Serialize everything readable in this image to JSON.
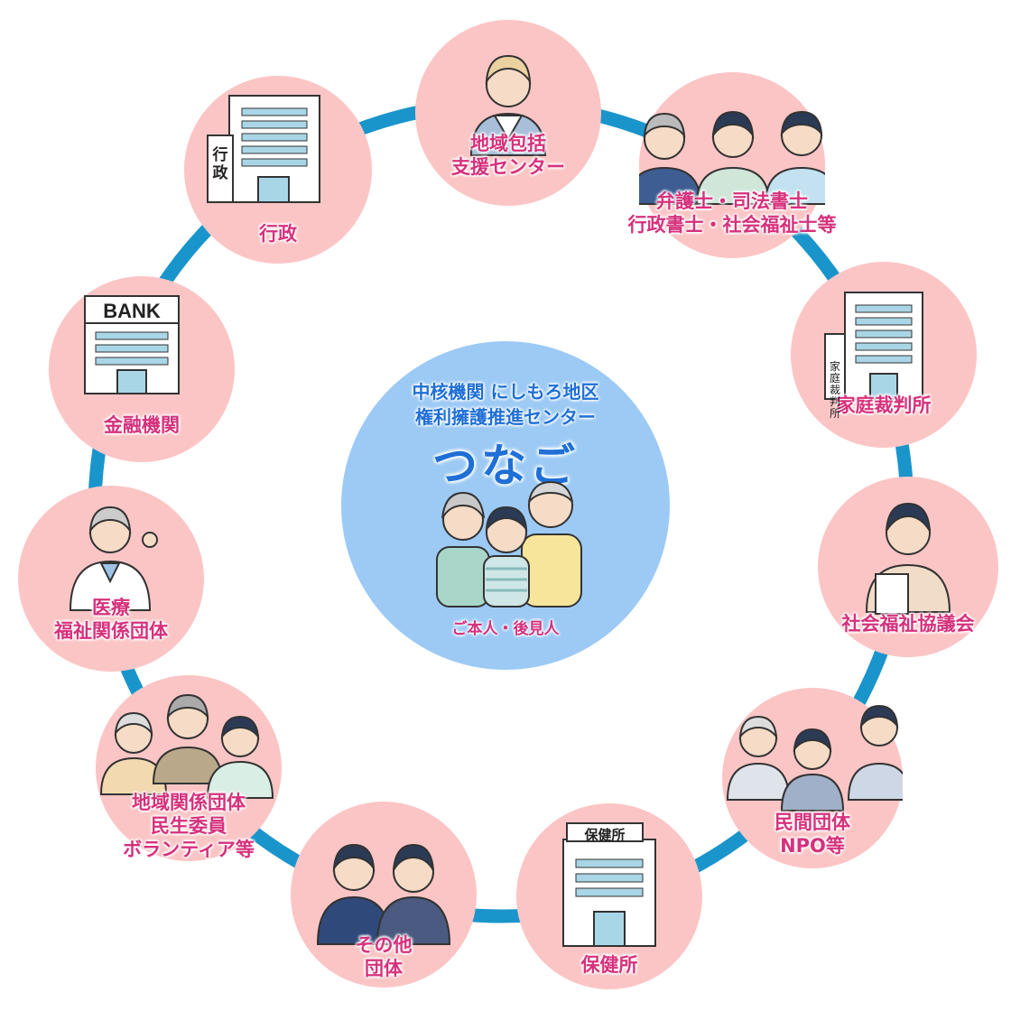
{
  "center": {
    "line1": "中核機関 にしもろ地区",
    "line2": "権利擁護推進センター",
    "name": "つなご",
    "caption": "ご本人・後見人"
  },
  "nodes": {
    "chiiki_houkatsu": {
      "label": [
        "地域包括",
        "支援センター"
      ]
    },
    "bengoshi": {
      "label": [
        "弁護士・司法書士",
        "行政書士・社会福祉士等"
      ]
    },
    "katei_saibansho": {
      "label": [
        "家庭裁判所"
      ],
      "sign": "家庭裁判所"
    },
    "shakyo": {
      "label": [
        "社会福祉協議会"
      ]
    },
    "minkan": {
      "label": [
        "民間団体",
        "NPO等"
      ]
    },
    "hokenjo": {
      "label": [
        "保健所"
      ],
      "sign": "保健所"
    },
    "sonota": {
      "label": [
        "その他",
        "団体"
      ]
    },
    "chiiki_kankei": {
      "label": [
        "地域関係団体",
        "民生委員",
        "ボランティア等"
      ]
    },
    "iryou": {
      "label": [
        "医療",
        "福祉関係団体"
      ]
    },
    "kinyuu": {
      "label": [
        "金融機関"
      ],
      "sign": "BANK"
    },
    "gyousei": {
      "label": [
        "行政"
      ],
      "sign": "行政"
    }
  },
  "colors": {
    "ring": "#1a95cc",
    "node_fill": "#fcc5c5",
    "center_fill": "#9ccaf5",
    "label_pink": "#d6317c",
    "title_blue": "#1f6fd6"
  }
}
